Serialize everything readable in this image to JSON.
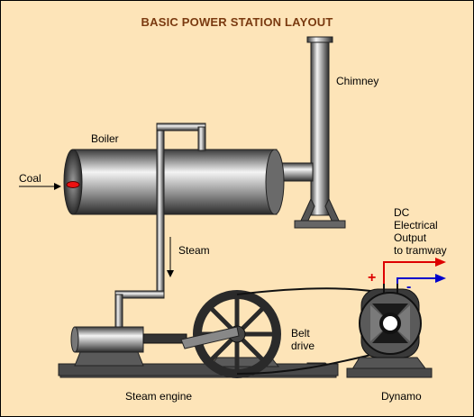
{
  "title": "BASIC POWER STATION LAYOUT",
  "labels": {
    "coal": "Coal",
    "boiler": "Boiler",
    "chimney": "Chimney",
    "steam": "Steam",
    "dc_line1": "DC",
    "dc_line2": "Electrical",
    "dc_line3": "Output",
    "dc_line4": "to tramway",
    "belt_line1": "Belt",
    "belt_line2": "drive",
    "steam_engine": "Steam engine",
    "dynamo": "Dynamo"
  },
  "terminals": {
    "positive": "+",
    "negative": "-"
  },
  "colors": {
    "background": "#fde4b8",
    "title": "#7a3a10",
    "positive": "#dd0000",
    "negative": "#0000cc"
  }
}
